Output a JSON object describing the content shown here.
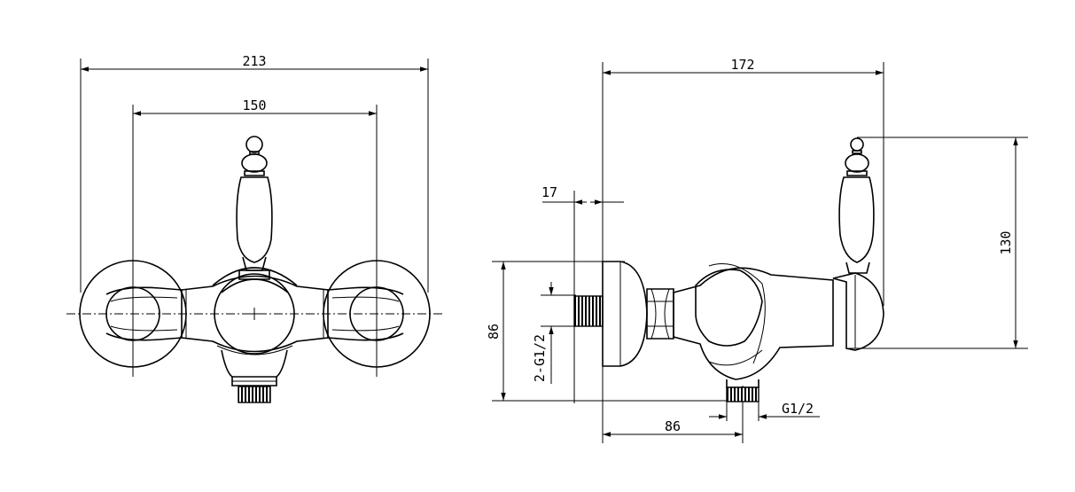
{
  "front_view": {
    "dims": {
      "overall_width": "213",
      "centers": "150"
    }
  },
  "side_view": {
    "dims": {
      "depth": "172",
      "height": "130",
      "wall_offset": "17",
      "body_height": "86",
      "inlet_thread": "2-G1/2",
      "outlet_offset": "86",
      "outlet_thread": "G1/2"
    }
  },
  "colors": {
    "line": "#000000",
    "background": "#ffffff"
  }
}
